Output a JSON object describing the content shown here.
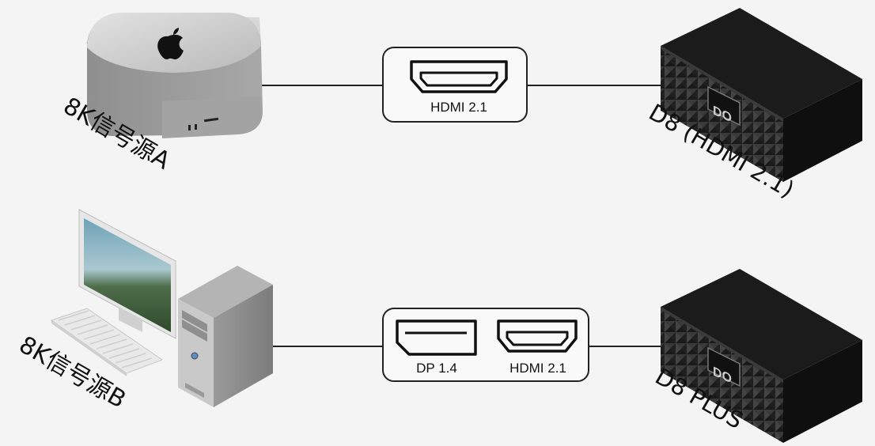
{
  "rows": [
    {
      "source_label": "8K信号源A",
      "source_device": "mac-studio",
      "ports": [
        {
          "type": "hdmi",
          "label": "HDMI 2.1"
        }
      ],
      "target_label": "D8 (HDMI 2.1)",
      "target_logo": "DO"
    },
    {
      "source_label": "8K信号源B",
      "source_device": "desktop-pc",
      "ports": [
        {
          "type": "displayport",
          "label": "DP 1.4"
        },
        {
          "type": "hdmi",
          "label": "HDMI 2.1"
        }
      ],
      "target_label": "D8 PLUS",
      "target_logo": "DO"
    }
  ]
}
